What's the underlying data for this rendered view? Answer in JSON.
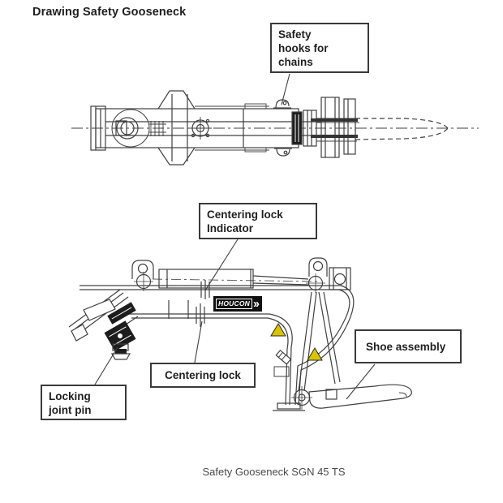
{
  "window": {
    "title": "Drawing Safety Gooseneck",
    "caption": "Safety Gooseneck SGN 45 TS"
  },
  "callouts": {
    "safety_hooks": {
      "lines": [
        "Safety",
        "hooks for",
        "chains"
      ]
    },
    "centering_lock_indicator": {
      "lines": [
        "Centering lock",
        "Indicator"
      ]
    },
    "centering_lock": {
      "lines": [
        "Centering lock"
      ]
    },
    "locking_joint_pin": {
      "lines": [
        "Locking",
        "joint pin"
      ]
    },
    "shoe_assembly": {
      "lines": [
        "Shoe assembly"
      ]
    }
  },
  "logo": {
    "brand": "HOUCON",
    "chevrons": "››"
  },
  "icons": {
    "warning_triangle": "hazard-warning-triangle"
  },
  "colors": {
    "line": "#404040",
    "dark_fill": "#1d1d1d",
    "text": "#1f1f1f",
    "caption": "#4a4a4a",
    "warning_yellow": "#d8c400",
    "logo_bg": "#101010",
    "logo_fg": "#ffffff",
    "callout_border": "#3a3a3a"
  }
}
